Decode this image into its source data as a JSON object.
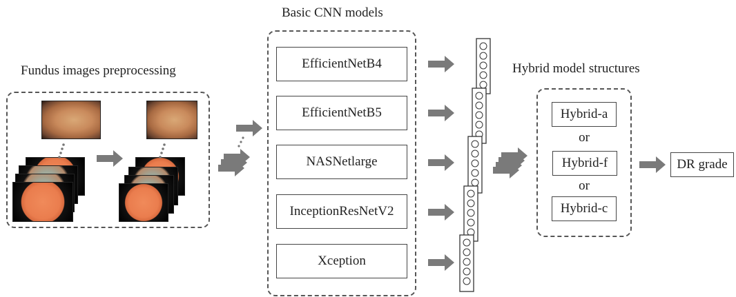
{
  "titles": {
    "preprocessing": "Fundus images preprocessing",
    "cnn": "Basic CNN models",
    "hybrid": "Hybrid model structures"
  },
  "cnn_models": [
    "EfficientNetB4",
    "EfficientNetB5",
    "NASNetlarge",
    "InceptionResNetV2",
    "Xception"
  ],
  "hybrid": {
    "a": "Hybrid-a",
    "or1": "or",
    "f": "Hybrid-f",
    "or2": "or",
    "c": "Hybrid-c"
  },
  "output": "DR grade",
  "colors": {
    "arrow": "#7a7a7a",
    "border": "#555555"
  }
}
